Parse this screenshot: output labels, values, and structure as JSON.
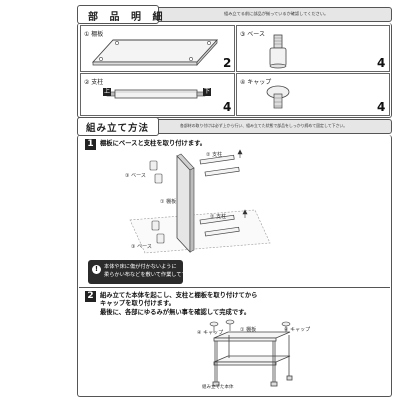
{
  "parts": {
    "title": "部 品 明 細",
    "note": "組み立てる前に部品が揃っているか確認してください。",
    "shelf_board": {
      "label": "① 棚板",
      "qty": "2"
    },
    "base": {
      "label": "③ ベース",
      "qty": "4"
    },
    "support_pole": {
      "label": "② 支柱",
      "qty": "4",
      "top_tag": "上",
      "bottom_tag": "下"
    },
    "cap": {
      "label": "④ キャップ",
      "qty": "4"
    }
  },
  "assembly": {
    "title": "組み立て方法",
    "note": "各部材の取り付けは必ず上から行い、組み立てた状態で部品をしっかり締めて固定して下さい。",
    "step1": {
      "number": "1",
      "text": "棚板にベースと支柱を取り付けます。",
      "labels": {
        "pole_top": "② 支柱",
        "base_top": "③ ベース",
        "board": "① 棚板",
        "pole_bottom": "② 支柱",
        "base_bottom": "③ ベース"
      },
      "warning": {
        "line1": "本体や床に傷が付かないように",
        "line2": "柔らかい布などを敷いて作業して下さい。"
      }
    },
    "step2": {
      "number": "2",
      "text_line1": "組み立てた本体を起こし、支柱と棚板を取り付けてから",
      "text_line2": "キャップを取り付けます。",
      "text_line3": "最後に、各部にゆるみが無い事を確認して完成です。",
      "labels": {
        "cap_left": "④ キャップ",
        "board": "① 棚板",
        "cap_right": "④ キャップ",
        "body": "組み立てた本体"
      }
    }
  }
}
